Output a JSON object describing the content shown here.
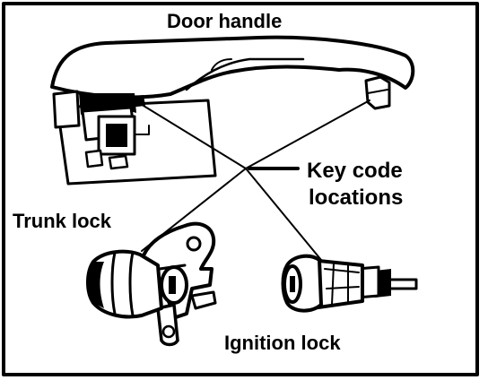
{
  "labels": {
    "door_handle": "Door handle",
    "key_code_line1": "Key code",
    "key_code_line2": "locations",
    "trunk_lock": "Trunk lock",
    "ignition_lock": "Ignition lock"
  },
  "colors": {
    "line": "#000000",
    "background": "#ffffff"
  }
}
